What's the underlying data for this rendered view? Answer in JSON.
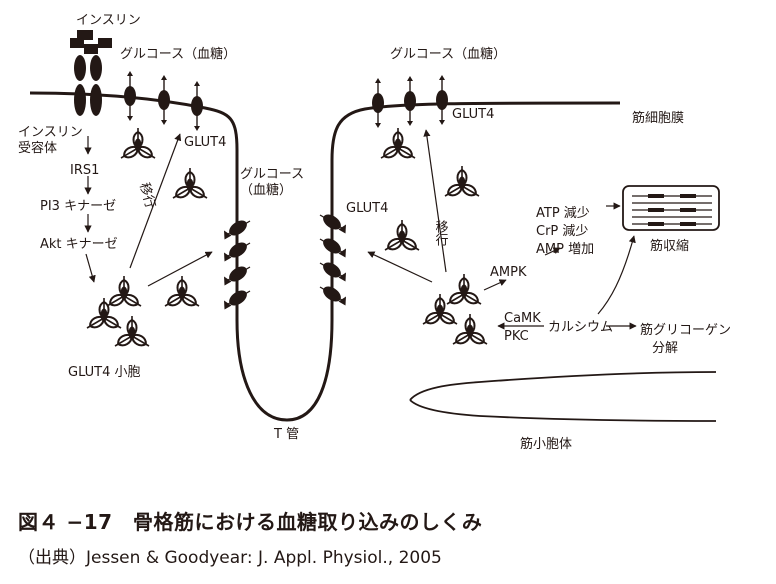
{
  "labels": {
    "insulin": "インスリン",
    "glucose_blood_left": "グルコース（血糖）",
    "glucose_blood_right": "グルコース（血糖）",
    "glut4_top_left": "GLUT4",
    "glut4_top_right": "GLUT4",
    "glut4_mid_right": "GLUT4",
    "insulin_receptor_1": "インスリン",
    "insulin_receptor_2": "受容体",
    "irs1": "IRS1",
    "pi3_kinase": "PI3 キナーゼ",
    "akt_kinase": "Akt キナーゼ",
    "translocation_left": "移行",
    "translocation_right": "移行",
    "glucose_ttubule_1": "グルコース",
    "glucose_ttubule_2": "（血糖）",
    "muscle_membrane": "筋細胞膜",
    "atp_decrease": "ATP 減少",
    "crp_decrease": "CrP 減少",
    "amp_increase": "AMP 増加",
    "muscle_contraction": "筋収縮",
    "ampk": "AMPK",
    "camk": "CaMK",
    "pkc": "PKC",
    "calcium": "カルシウム",
    "glycogenolysis_1": "筋グリコーゲン",
    "glycogenolysis_2": "分解",
    "glut4_vesicle": "GLUT4 小胞",
    "t_tubule": "T 管",
    "sarcoplasmic_reticulum": "筋小胞体"
  },
  "caption": {
    "title": "図４ −17　骨格筋における血糖取り込みのしくみ",
    "source": "（出典）Jessen & Goodyear:  J. Appl. Physiol., 2005"
  }
}
